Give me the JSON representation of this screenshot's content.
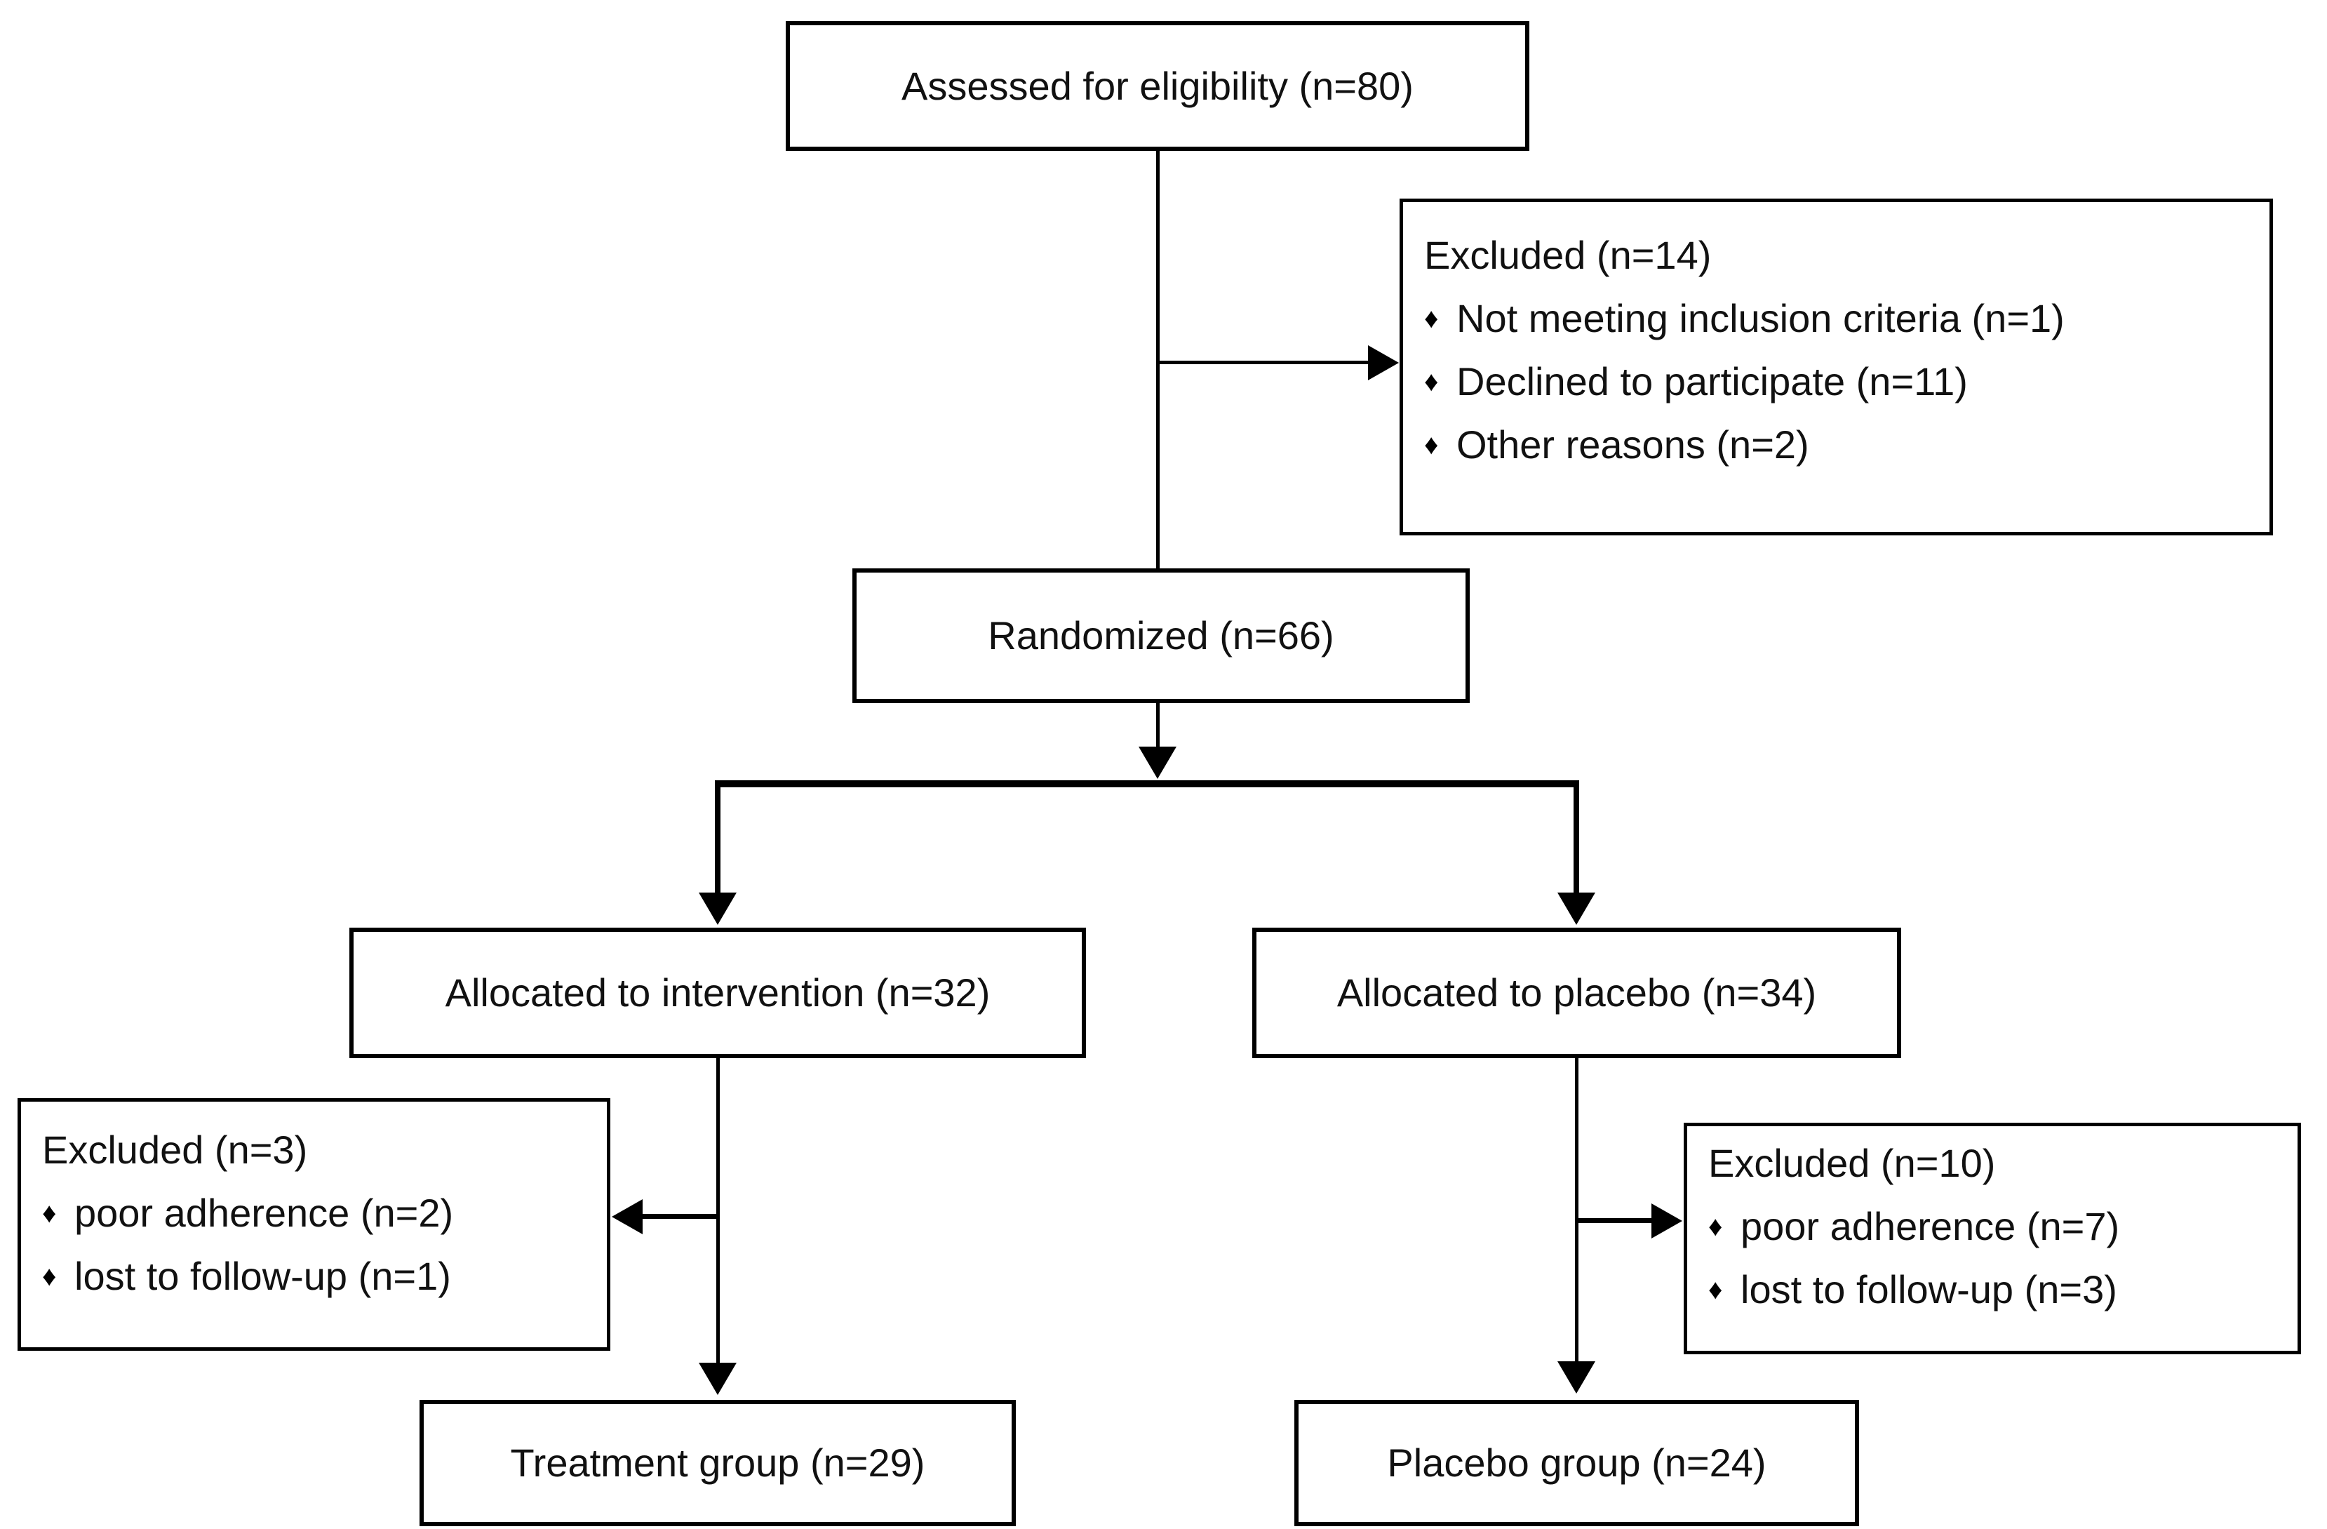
{
  "diagram": {
    "type": "consort-flow",
    "bullet_char": "♦",
    "colors": {
      "line": "#000000",
      "border": "#000000",
      "text": "#111111",
      "background": "#ffffff"
    },
    "boxes": {
      "eligibility": {
        "label": "Assessed for eligibility (n=80)"
      },
      "excluded_enrollment": {
        "title": "Excluded (n=14)",
        "items": [
          "Not meeting inclusion criteria (n=1)",
          "Declined to participate (n=11)",
          "Other reasons (n=2)"
        ]
      },
      "randomized": {
        "label": "Randomized (n=66)"
      },
      "alloc_intervention": {
        "label": "Allocated to intervention (n=32)"
      },
      "alloc_placebo": {
        "label": "Allocated to placebo (n=34)"
      },
      "excluded_intervention": {
        "title": "Excluded (n=3)",
        "items": [
          "poor adherence (n=2)",
          "lost to follow-up (n=1)"
        ]
      },
      "excluded_placebo": {
        "title": "Excluded (n=10)",
        "items": [
          "poor adherence (n=7)",
          "lost to follow-up (n=3)"
        ]
      },
      "treatment_group": {
        "label": "Treatment group (n=29)"
      },
      "placebo_group": {
        "label": "Placebo group (n=24)"
      }
    }
  }
}
